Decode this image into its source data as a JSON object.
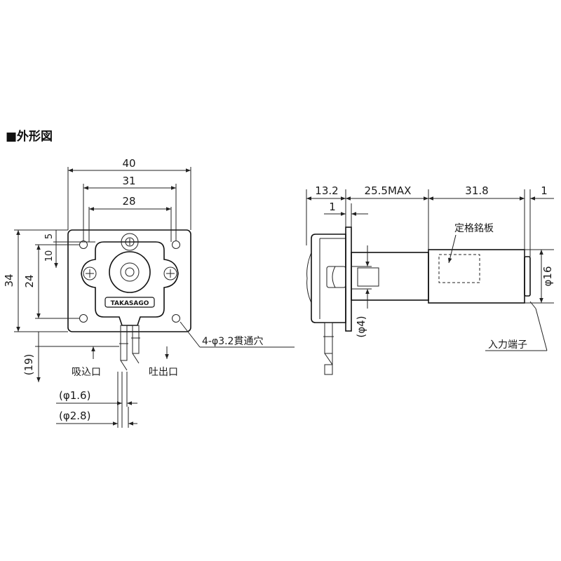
{
  "title": "■外形図",
  "front_view": {
    "dim_width_total": "40",
    "dim_width_mid": "31",
    "dim_width_inner": "28",
    "dim_height_total": "34",
    "dim_height_hole": "24",
    "dim_top_5": "5",
    "dim_top_10": "10",
    "dim_bottom_19": "(19)",
    "maker_label": "TAKASAGO",
    "hole_note": "4-φ3.2貫通穴",
    "inlet_label": "吸込口",
    "outlet_label": "吐出口",
    "tube_inner": "(φ1.6)",
    "tube_outer": "(φ2.8)"
  },
  "side_view": {
    "dim_13_2": "13.2",
    "dim_25_5": "25.5MAX",
    "dim_31_8": "31.8",
    "dim_1_right": "1",
    "dim_1_left": "1",
    "dim_phi16": "φ16",
    "dim_phi4": "(φ4)",
    "rating_plate": "定格銘板",
    "terminal": "入力端子"
  }
}
